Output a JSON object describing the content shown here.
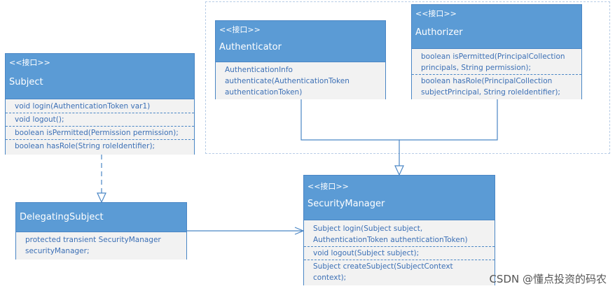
{
  "diagram": {
    "stereotype": "<<接口>>",
    "subject": {
      "name": "Subject",
      "ops": [
        "void login(AuthenticationToken var1)",
        "void logout();",
        "boolean isPermitted(Permission permission);",
        "boolean hasRole(String roleIdentifier);"
      ]
    },
    "delegating_subject": {
      "name": "DelegatingSubject",
      "field_line1": "protected transient SecurityManager",
      "field_line2": "securityManager;"
    },
    "authenticator": {
      "name": "Authenticator",
      "op_line1": "AuthenticationInfo",
      "op_line2": "authenticate(AuthenticationToken",
      "op_line3": "authenticationToken)"
    },
    "authorizer": {
      "name": "Authorizer",
      "op1_line1": "boolean isPermitted(PrincipalCollection",
      "op1_line2": "principals, String permission);",
      "op2_line1": "boolean hasRole(PrincipalCollection",
      "op2_line2": "subjectPrincipal, String roleIdentifier);"
    },
    "security_manager": {
      "name": "SecurityManager",
      "op1_line1": "Subject login(Subject subject,",
      "op1_line2": "AuthenticationToken authenticationToken)",
      "op2": "void logout(Subject subject);",
      "op3_line1": "Subject createSubject(SubjectContext",
      "op3_line2": "context);"
    }
  },
  "watermark": "CSDN @懂点投资的码农"
}
